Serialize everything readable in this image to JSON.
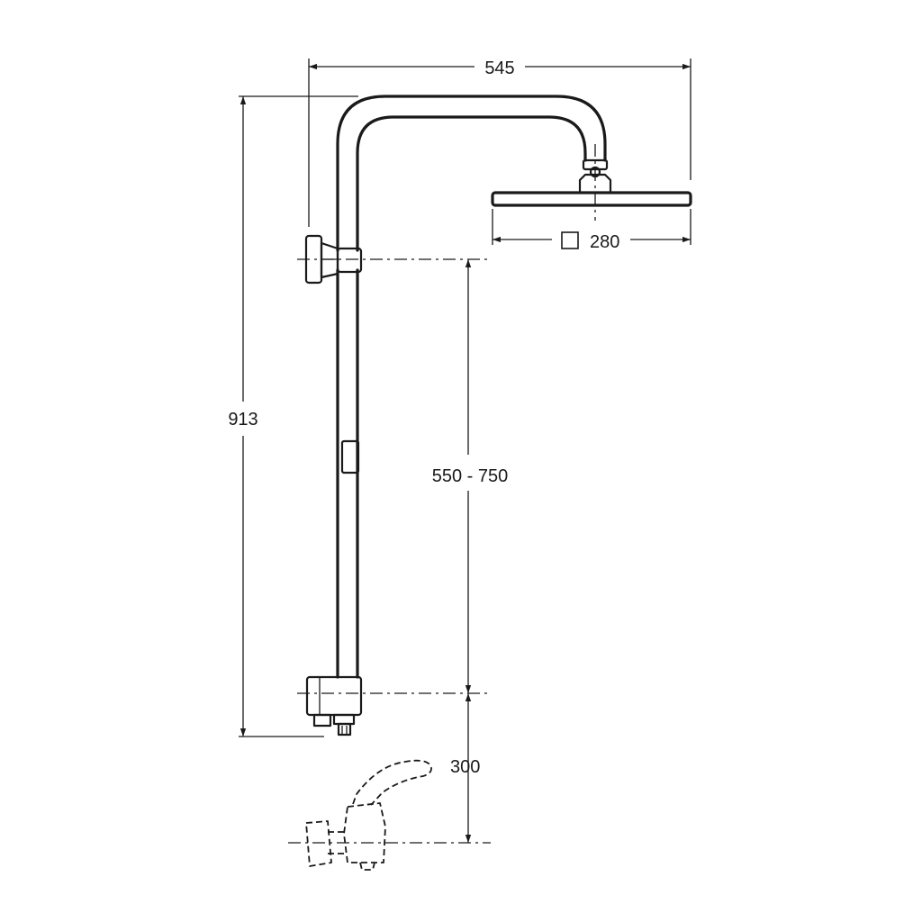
{
  "diagram": {
    "dimensions": {
      "overall_width": "545",
      "head_size": "280",
      "overall_height": "913",
      "adjustable_range": "550 - 750",
      "mixer_offset": "300"
    }
  }
}
